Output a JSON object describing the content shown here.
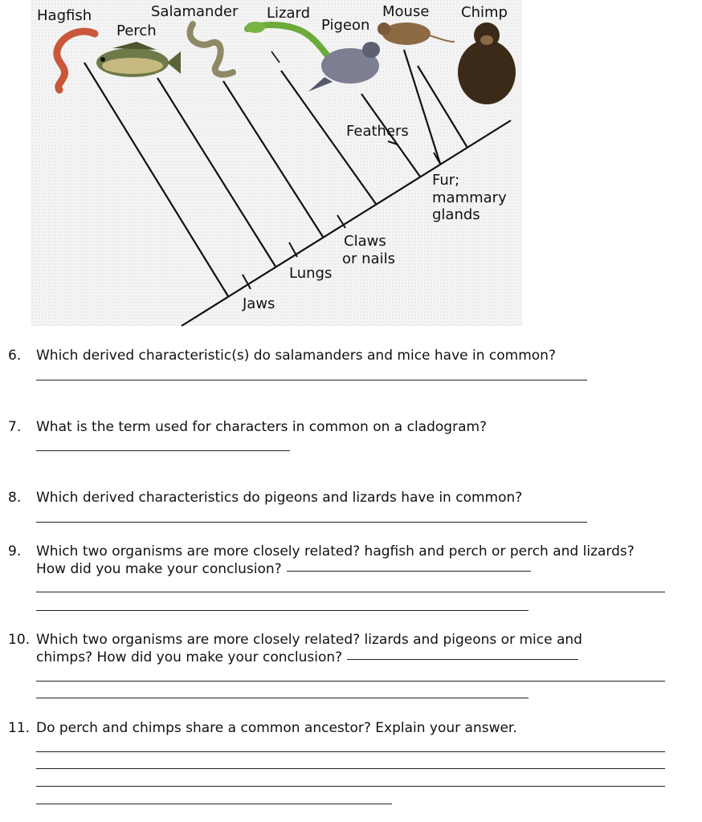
{
  "cladogram": {
    "organisms": [
      "Hagfish",
      "Perch",
      "Salamander",
      "Lizard",
      "Pigeon",
      "Mouse",
      "Chimp"
    ],
    "traits": [
      "Jaws",
      "Lungs",
      "Claws",
      "or nails",
      "Feathers",
      "Fur;",
      "mammary",
      "glands"
    ]
  },
  "questions": [
    {
      "num": "6.",
      "text": "Which derived characteristic(s) do salamanders and mice have in common?"
    },
    {
      "num": "7.",
      "text": "What is the term used for characters in common on a cladogram?"
    },
    {
      "num": "8.",
      "text": "Which derived characteristics do pigeons and lizards have in common?"
    },
    {
      "num": "9.",
      "text": "Which two organisms are more closely related? hagfish and perch or perch and lizards?",
      "text2": "How did you make your conclusion?"
    },
    {
      "num": "10.",
      "text": "Which two organisms are more closely related? lizards and pigeons or mice and",
      "text2": "chimps? How did you make your conclusion?"
    },
    {
      "num": "11.",
      "text": "Do perch and chimps share a common ancestor?  Explain your answer."
    }
  ]
}
